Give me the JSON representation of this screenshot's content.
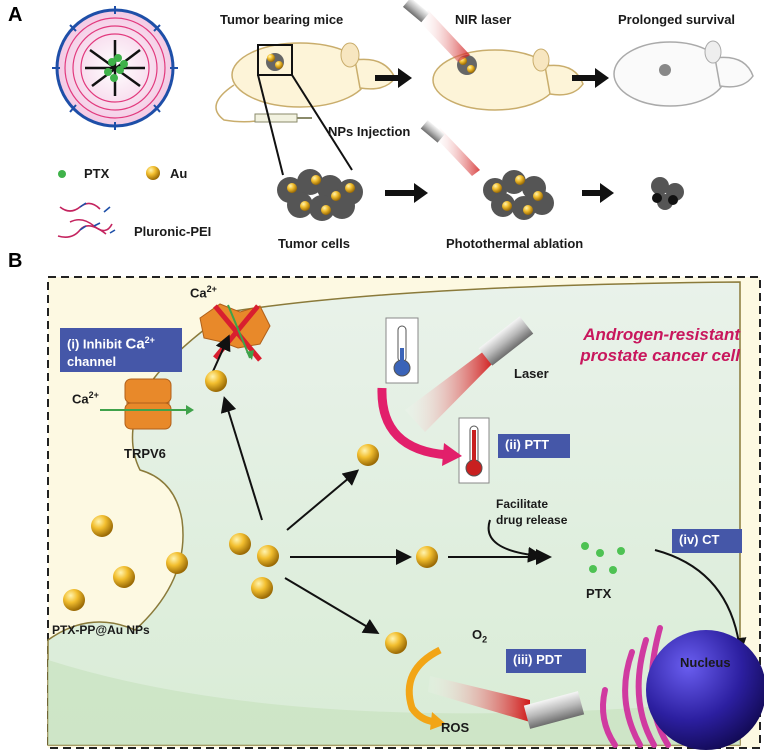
{
  "panel_a": {
    "letter": "A",
    "tumor_bearing_mice": "Tumor bearing mice",
    "nir_laser": "NIR laser",
    "prolonged_survival": "Prolonged survival",
    "nps_injection": "NPs Injection",
    "ptx": "PTX",
    "au": "Au",
    "pluronic_pei": "Pluronic-PEI",
    "tumor_cells": "Tumor cells",
    "photothermal_ablation": "Photothermal ablation"
  },
  "panel_b": {
    "letter": "B",
    "ca2_top": "Ca",
    "ca2_top_sup": "2+",
    "ca2_left": "Ca",
    "ca2_left_sup": "2+",
    "inhibit_line1_prefix": "(i) Inhibit ",
    "inhibit_ca": "Ca",
    "inhibit_sup": "2+",
    "inhibit_line2": "channel",
    "trpv6": "TRPV6",
    "title_line1": "Androgen-resistant",
    "title_line2": "prostate cancer cell",
    "laser": "Laser",
    "ptt": "(ii) PTT",
    "facilitate_line1": "Facilitate",
    "facilitate_line2": "drug release",
    "ct": "(iv) CT",
    "ptx": "PTX",
    "nps": "PTX-PP@Au NPs",
    "o2": "O",
    "o2_sub": "2",
    "pdt": "(iii) PDT",
    "ros": "ROS",
    "nucleus": "Nucleus"
  },
  "colors": {
    "label_box": "#4557a8",
    "title_pink": "#c8175d",
    "gold": "#e6a514",
    "ptx_green": "#3fb24a",
    "nucleus": "#2c1fa0",
    "cell_fill": "#e4f0e2",
    "outer_fill": "#fdf9e2"
  }
}
